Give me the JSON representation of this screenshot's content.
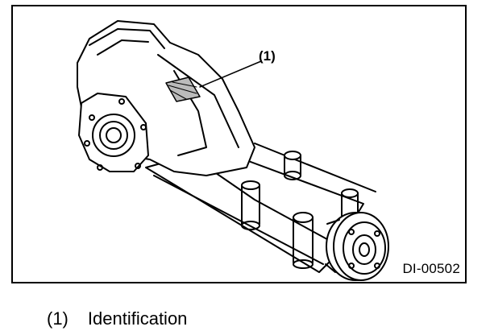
{
  "figure": {
    "callout_label": "(1)",
    "figure_code": "DI-00502"
  },
  "legend": {
    "items": [
      {
        "number": "(1)",
        "label": "Identification"
      }
    ]
  }
}
